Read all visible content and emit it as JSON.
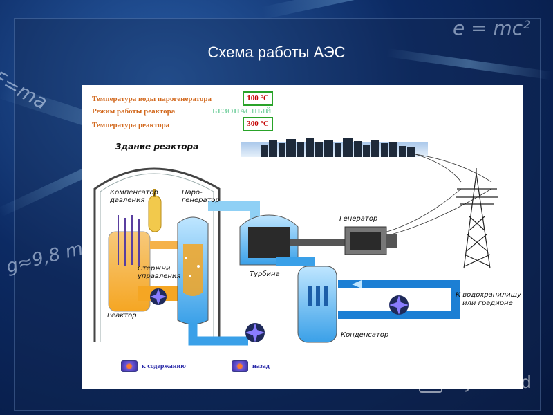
{
  "slide": {
    "title": "Схема работы АЭС",
    "formulas": {
      "top_right": "e = mc²",
      "left_top": "F=ma",
      "left_mid": "g≈9,8 m"
    }
  },
  "status": {
    "steam_gen_temp_label": "Температура воды парогенератора",
    "steam_gen_temp_value": "100 °С",
    "reactor_mode_label": "Режим работы реактора",
    "reactor_mode_value": "БЕЗОПАСНЫЙ",
    "reactor_temp_label": "Температура реактора",
    "reactor_temp_value": "300 °С"
  },
  "diagram": {
    "building_label": "Здание реактора",
    "pressurizer_label": "Компенсатор давления",
    "steam_gen_label": "Паро- генератор",
    "control_rods_label": "Стержни управления",
    "reactor_label": "Реактор",
    "generator_label": "Генератор",
    "turbine_label": "Турбина",
    "condenser_label": "Конденсатор",
    "reservoir_label_line1": "К водохранилищу",
    "reservoir_label_line2": "или градирне"
  },
  "nav": {
    "contents_label": "к содержанию",
    "back_label": "назад"
  },
  "watermark": "MyShared",
  "colors": {
    "hot_loop": "#f5a623",
    "cold_loop": "#3aa0e8",
    "mode_safe": "#7fd3a6",
    "value_red": "#c40000",
    "box_green": "#29a329"
  }
}
